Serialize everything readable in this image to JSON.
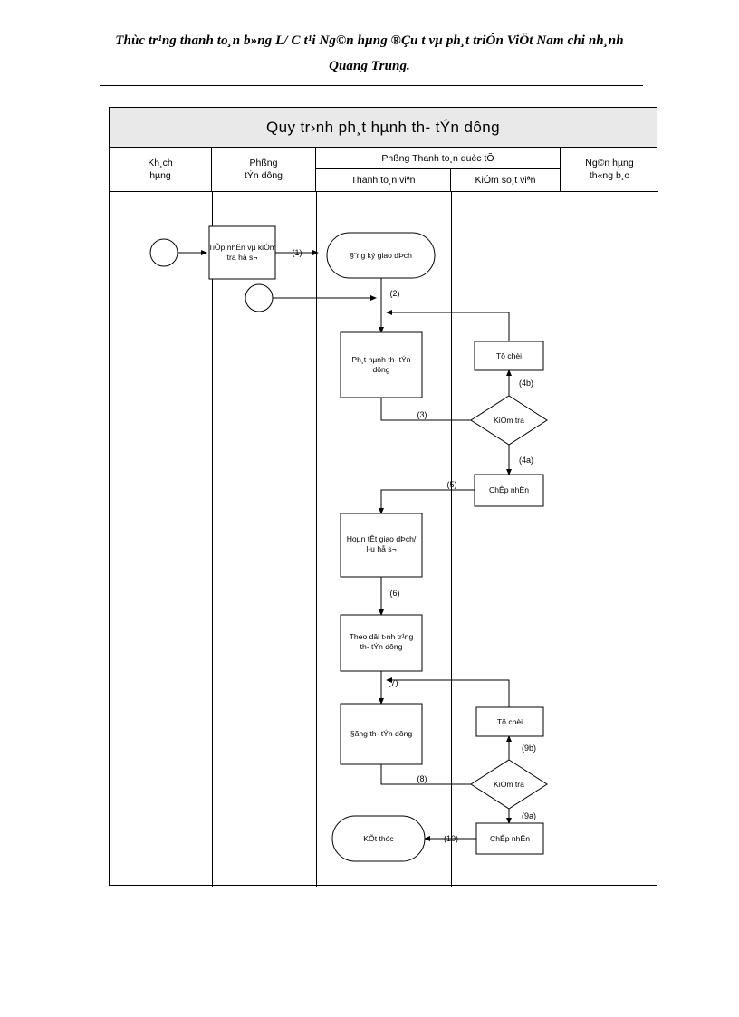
{
  "page": {
    "header_line_1": "Thùc tr¹ng thanh to¸n b»ng L/ C t¹i Ng©n hµng ®Çu t­ vµ ph¸t triÓn ViÖt Nam chi nh¸nh",
    "header_line_2": "Quang Trung."
  },
  "chart": {
    "title": "Quy tr›nh ph¸t hµnh th-  tÝn dông",
    "columns": [
      {
        "id": "khach-hang",
        "line1": "Kh¸ch",
        "line2": "hµng"
      },
      {
        "id": "phong-tin-dung",
        "line1": "Phßng",
        "line2": "tÝn dông"
      },
      {
        "id": "phong-thanh-toan-quoc-te",
        "line1": "Phßng Thanh to¸n quèc tÕ",
        "sub": [
          {
            "id": "thanh-toan-vien",
            "label": "Thanh to¸n viªn"
          },
          {
            "id": "kiem-soat-vien",
            "label": "KiÓm so¸t viªn"
          }
        ]
      },
      {
        "id": "ngan-hang-thong-bao",
        "line1": "Ng©n hµng",
        "line2": "th«ng b¸o"
      }
    ],
    "nodes": {
      "start_1": {
        "type": "circle",
        "label": ""
      },
      "start_2": {
        "type": "circle",
        "label": ""
      },
      "tiep_nhan": {
        "type": "process",
        "line1": "TiÕp nhËn vµ kiÓm",
        "line2": "tra hå s¬"
      },
      "dang_ky": {
        "type": "terminal",
        "line1": "§¨ng ký giao dÞch"
      },
      "phat_hanh": {
        "type": "process",
        "line1": "Ph¸t hµnh th- tÝn",
        "line2": "dông"
      },
      "kiem_tra_1": {
        "type": "decision",
        "line1": "KiÓm tra"
      },
      "tu_choi_1": {
        "type": "process",
        "line1": "Tõ chèi"
      },
      "chap_nhan_1": {
        "type": "process",
        "line1": "ChÊp nhËn"
      },
      "hoan_tat": {
        "type": "process",
        "line1": "Hoµn tÊt giao dÞch/",
        "line2": "l-u hå s¬"
      },
      "theo_doi": {
        "type": "process",
        "line1": "Theo dâi t›nh tr¹ng",
        "line2": "th-  tÝn dông"
      },
      "dong_thu": {
        "type": "process",
        "line1": "§ãng th-  tÝn dông"
      },
      "kiem_tra_2": {
        "type": "decision",
        "line1": "KiÓm tra"
      },
      "tu_choi_2": {
        "type": "process",
        "line1": "Tõ chèi"
      },
      "chap_nhan_2": {
        "type": "process",
        "line1": "ChÊp nhËn"
      },
      "ket_thuc": {
        "type": "terminal",
        "line1": "KÕt thóc"
      }
    },
    "edge_labels": {
      "e1": "(1)",
      "e2": "(2)",
      "e3": "(3)",
      "e4a": "(4a)",
      "e4b": "(4b)",
      "e5": "(5)",
      "e6": "(6)",
      "e7": "(7)",
      "e8": "(8)",
      "e9a": "(9a)",
      "e9b": "(9b)",
      "e10": "(10)"
    },
    "colors": {
      "title_band": "#e9e9e9",
      "stroke": "#000000",
      "fill": "#ffffff"
    }
  }
}
